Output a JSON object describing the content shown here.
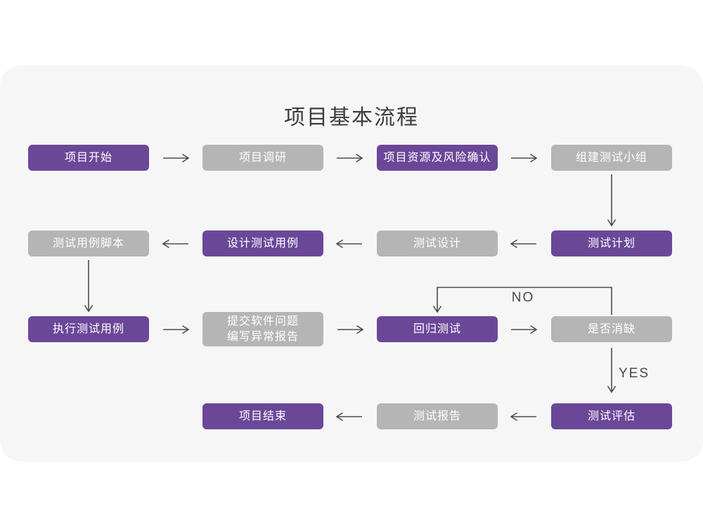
{
  "title": "项目基本流程",
  "colors": {
    "page_bg": "#ffffff",
    "card_bg": "#f6f6f6",
    "primary": "#6b4798",
    "secondary": "#b5b5b5",
    "node_text": "#ffffff",
    "title_text": "#3d3d3d",
    "arrow": "#4d4d4d",
    "edge_label_text": "#4a4a4a"
  },
  "edge_labels": {
    "no": "NO",
    "yes": "YES"
  },
  "nodes": [
    {
      "id": "project-start",
      "label": "项目开始",
      "variant": "primary"
    },
    {
      "id": "project-research",
      "label": "项目调研",
      "variant": "secondary"
    },
    {
      "id": "risk-confirm",
      "label": "项目资源及风险确认",
      "variant": "primary"
    },
    {
      "id": "build-test-team",
      "label": "组建测试小组",
      "variant": "secondary"
    },
    {
      "id": "test-plan",
      "label": "测试计划",
      "variant": "primary"
    },
    {
      "id": "test-design",
      "label": "测试设计",
      "variant": "secondary"
    },
    {
      "id": "design-test-cases",
      "label": "设计测试用例",
      "variant": "primary"
    },
    {
      "id": "test-case-script",
      "label": "测试用例脚本",
      "variant": "secondary"
    },
    {
      "id": "execute-test-cases",
      "label": "执行测试用例",
      "variant": "primary"
    },
    {
      "id": "submit-issues-report",
      "label": "提交软件问题\n编写异常报告",
      "variant": "secondary"
    },
    {
      "id": "regression-test",
      "label": "回归测试",
      "variant": "primary"
    },
    {
      "id": "defect-cleared-check",
      "label": "是否消缺",
      "variant": "secondary"
    },
    {
      "id": "test-evaluation",
      "label": "测试评估",
      "variant": "primary"
    },
    {
      "id": "test-report",
      "label": "测试报告",
      "variant": "secondary"
    },
    {
      "id": "project-end",
      "label": "项目结束",
      "variant": "primary"
    }
  ]
}
